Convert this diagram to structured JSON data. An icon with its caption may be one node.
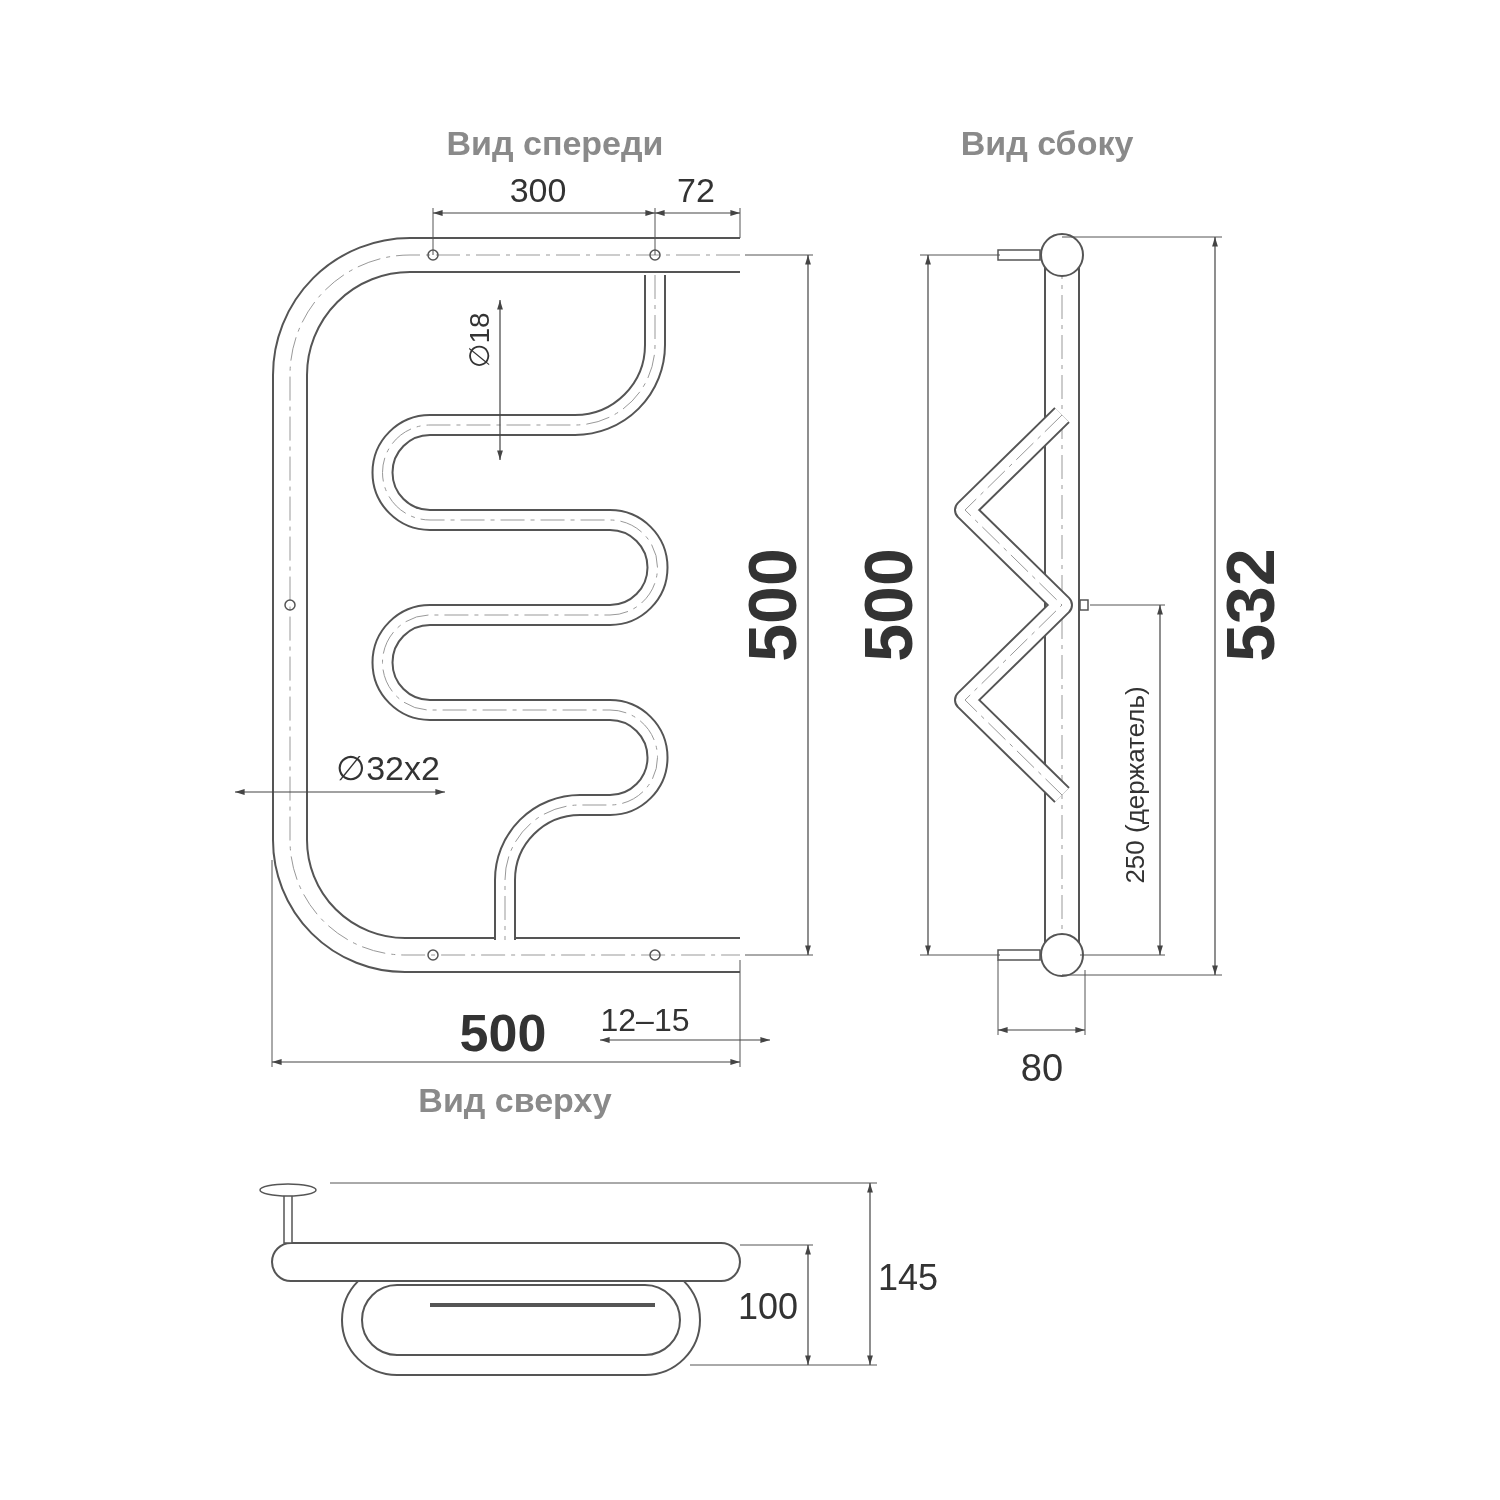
{
  "diagram": {
    "labels": [
      "Вид спереди",
      "Вид сбоку",
      "300",
      "72",
      "∅18",
      "500",
      "500",
      "532",
      "∅32x2",
      "250 (держатель)",
      "500",
      "12–15",
      "80",
      "Вид сверху",
      "145",
      "100"
    ]
  }
}
